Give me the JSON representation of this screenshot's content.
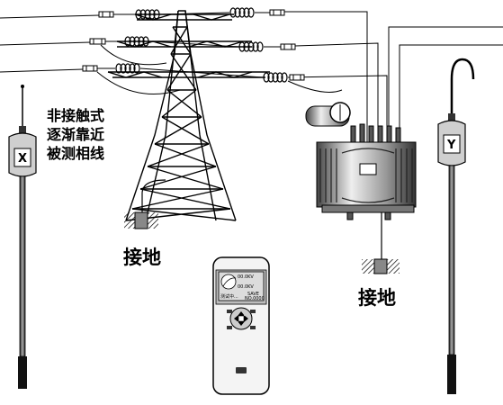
{
  "instruction": {
    "lines": [
      "非接触式",
      "逐渐靠近",
      "被测相线"
    ]
  },
  "ground_labels": {
    "tower": "接地",
    "transformer": "接地"
  },
  "probes": {
    "left": "X",
    "right": "Y"
  },
  "meter_screen": {
    "value_top": "00.0KV",
    "value_mid": "00.0KV",
    "status": "测试中...",
    "save": "SAVE",
    "record_no": "NO.0000"
  },
  "colors": {
    "ink": "#000000",
    "paper": "#ffffff",
    "screen": "#dcdcdc"
  }
}
